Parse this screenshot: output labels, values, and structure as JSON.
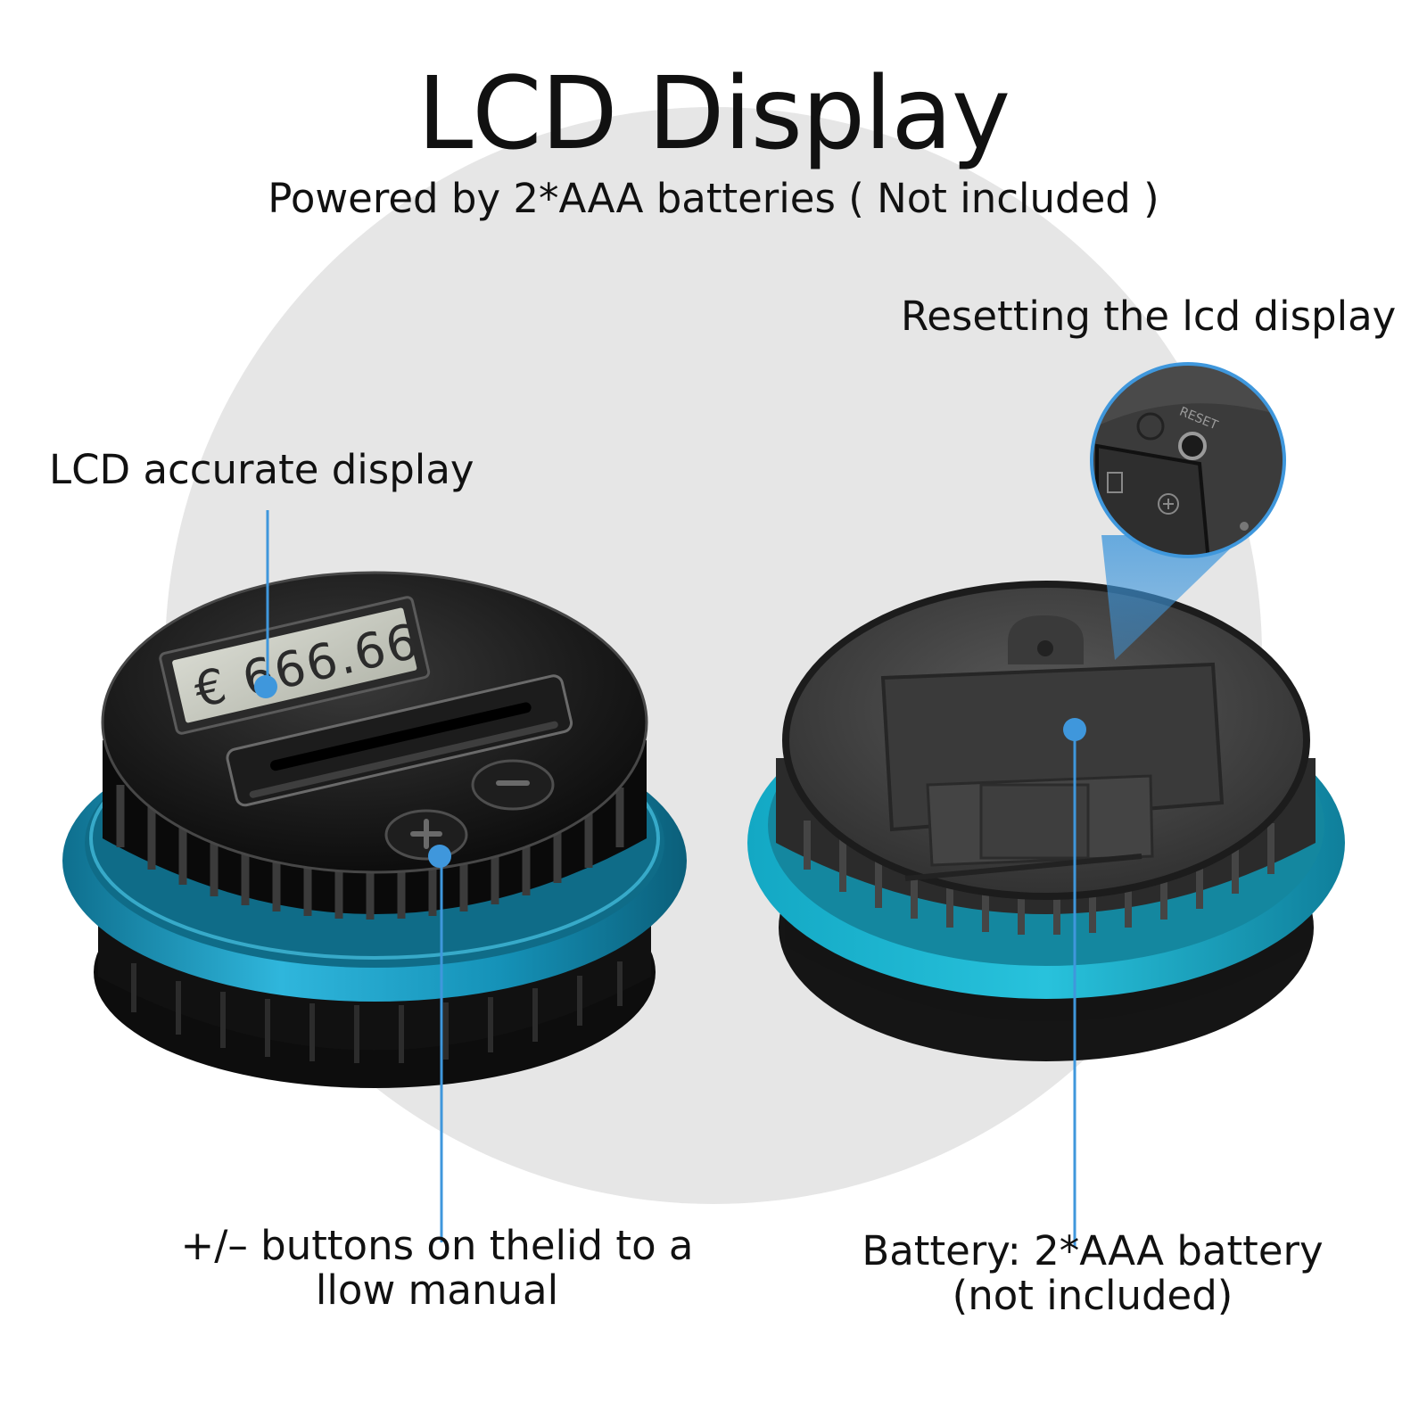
{
  "header": {
    "title": "LCD Display",
    "subtitle": "Powered by 2*AAA batteries ( Not included )"
  },
  "callouts": {
    "lcd_display": "LCD accurate display",
    "reset_display": "Resetting the lcd display",
    "buttons_line1": "+/– buttons on thelid to a",
    "buttons_line2": "llow manual",
    "battery_line1": "Battery: 2*AAA battery",
    "battery_line2": "(not included)"
  },
  "product": {
    "lcd_readout": "€ 666.66",
    "reset_print": "RESET"
  },
  "colors": {
    "background": "#ffffff",
    "backdrop_circle": "#e6e6e6",
    "callout_blue": "#3f97dc",
    "ring_blue": "#1aa6c7",
    "lid_black": "#151515",
    "lcd_screen": "#c9ccc2"
  }
}
